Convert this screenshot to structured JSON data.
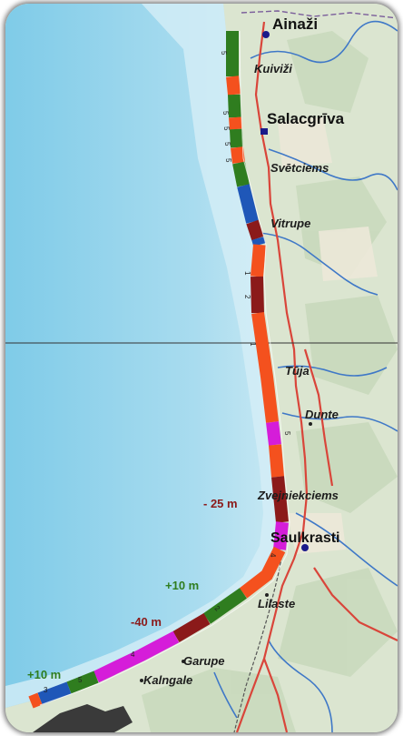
{
  "places": {
    "ainazi": "Ainaži",
    "kuivizi": "Kuiviži",
    "salacgriva": "Salacgrīva",
    "svetciems": "Svētciems",
    "vitrupe": "Vitrupe",
    "tuja": "Tūja",
    "dunte": "Dunte",
    "zvejniekciems": "Zvejniekciems",
    "saulkrasti": "Saulkrasti",
    "lilaste": "Lilaste",
    "garupe": "Garupe",
    "kalngale": "Kalngale"
  },
  "annotations": {
    "minus25": "- 25 m",
    "plus10_upper": "+10 m",
    "minus40": "-40 m",
    "plus10_lower": "+10 m"
  },
  "colors": {
    "sea": "#bfe3f2",
    "land": "#dfe8d6",
    "stable": "#2f7d1f",
    "erosion": "#f4511e",
    "strong_erosion": "#8b1a1a",
    "accretion": "#1f57b8",
    "critical": "#d51dd9",
    "road": "#d9453a",
    "river": "#3f78c7"
  }
}
